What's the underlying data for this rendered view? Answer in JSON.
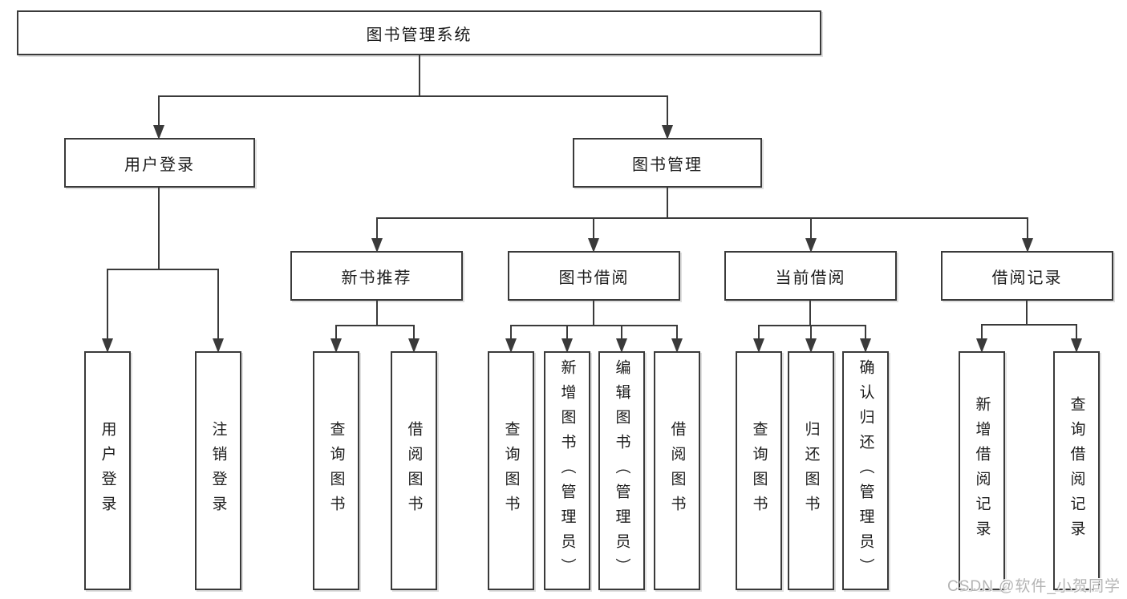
{
  "tree": {
    "root": {
      "label": "图书管理系统"
    },
    "user_login": {
      "label": "用户登录",
      "children": [
        {
          "label": "用户登录"
        },
        {
          "label": "注销登录"
        }
      ]
    },
    "book_management": {
      "label": "图书管理",
      "groups": [
        {
          "label": "新书推荐",
          "children": [
            {
              "label": "查询图书"
            },
            {
              "label": "借阅图书"
            }
          ]
        },
        {
          "label": "图书借阅",
          "children": [
            {
              "label": "查询图书"
            },
            {
              "label": "新增图书（管理员）"
            },
            {
              "label": "编辑图书（管理员）"
            },
            {
              "label": "借阅图书"
            }
          ]
        },
        {
          "label": "当前借阅",
          "children": [
            {
              "label": "查询图书"
            },
            {
              "label": "归还图书"
            },
            {
              "label": "确认归还（管理员）"
            }
          ]
        },
        {
          "label": "借阅记录",
          "children": [
            {
              "label": "新增借阅记录"
            },
            {
              "label": "查询借阅记录"
            }
          ]
        }
      ]
    }
  },
  "watermark": {
    "text": "CSDN @软件_小贺同学"
  },
  "colors": {
    "line": "#3a3a3a",
    "box_border": "#3a3a3a",
    "box_fill": "#ffffff",
    "text": "#1c1c1c",
    "watermark": "#b4b4b4",
    "background": "#ffffff"
  }
}
